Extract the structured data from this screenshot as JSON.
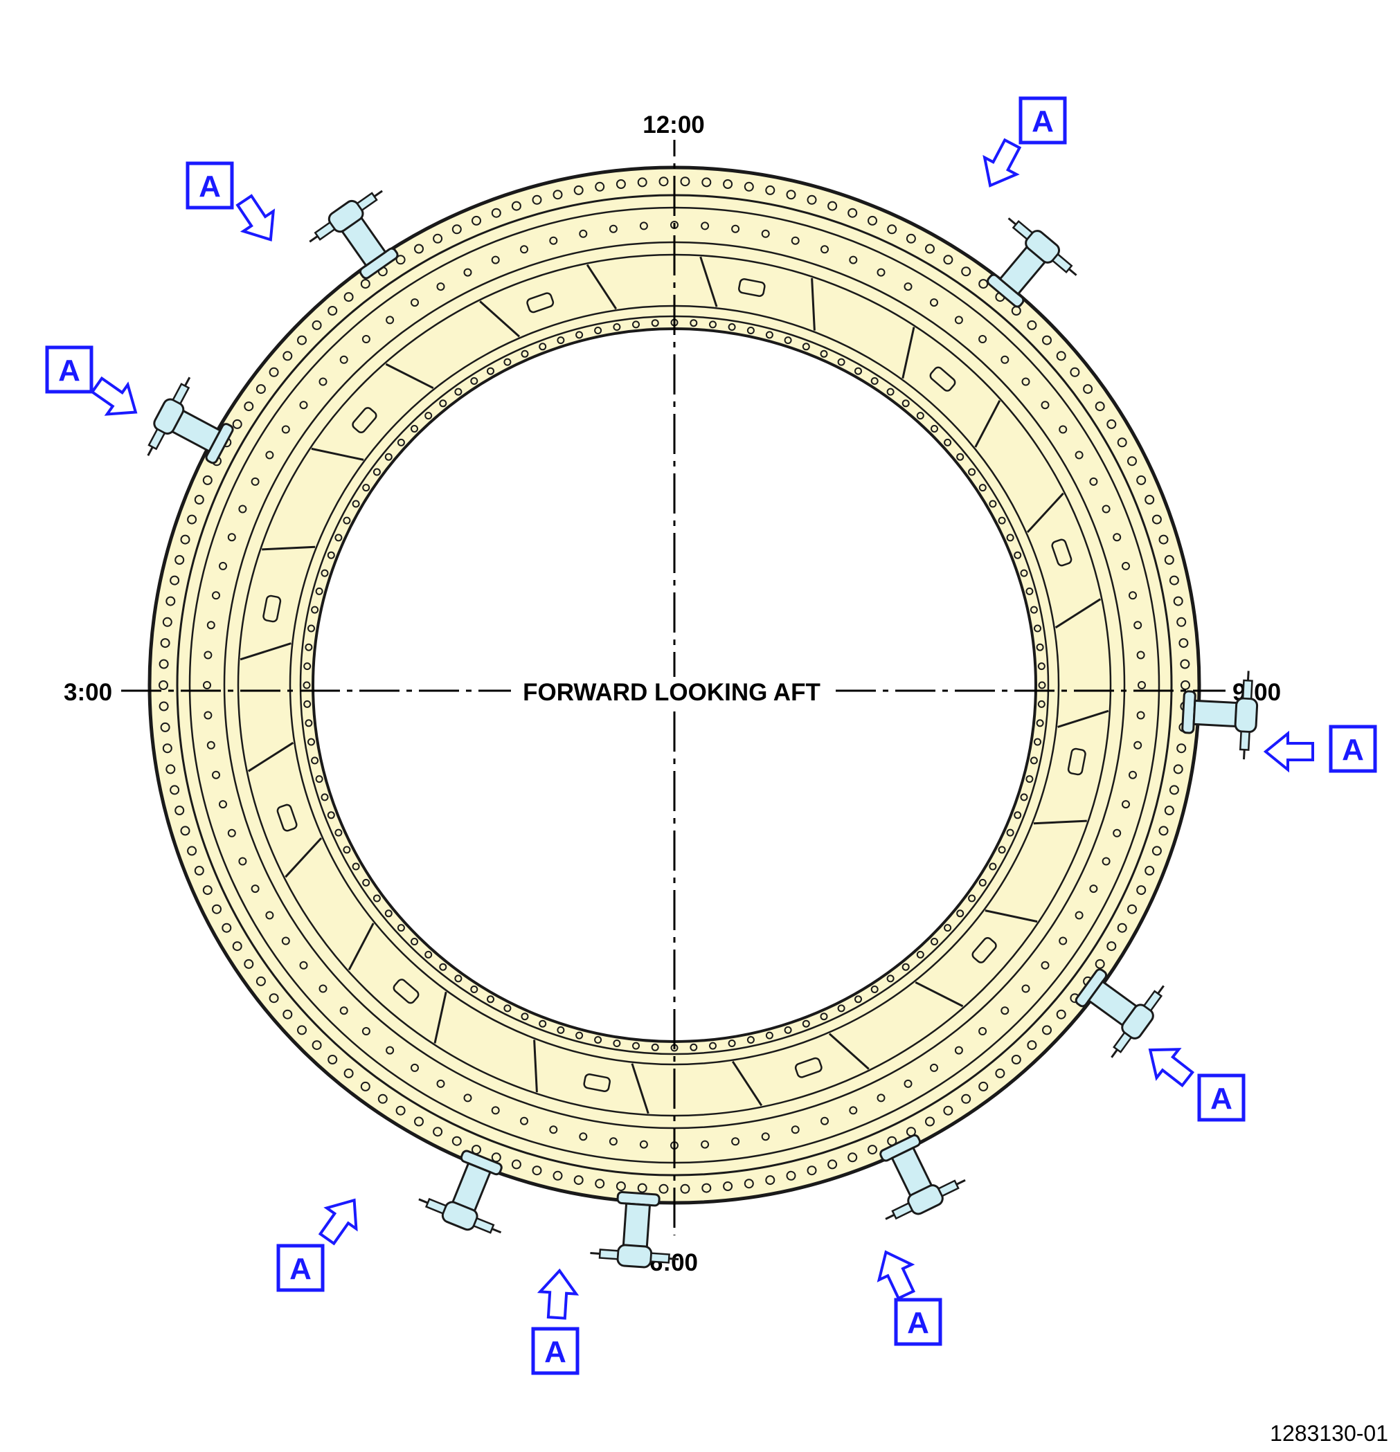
{
  "labels": {
    "top": "12:00",
    "left": "3:00",
    "right": "9:00",
    "bottom": "6:00",
    "center": "FORWARD LOOKING AFT"
  },
  "callout": {
    "text": "A",
    "color": "#1a1aff"
  },
  "figure_id": "1283130-01",
  "colors": {
    "ring_fill": "#fbf6cc",
    "part_fill": "#cfeef4",
    "line": "#1a1a1a"
  }
}
